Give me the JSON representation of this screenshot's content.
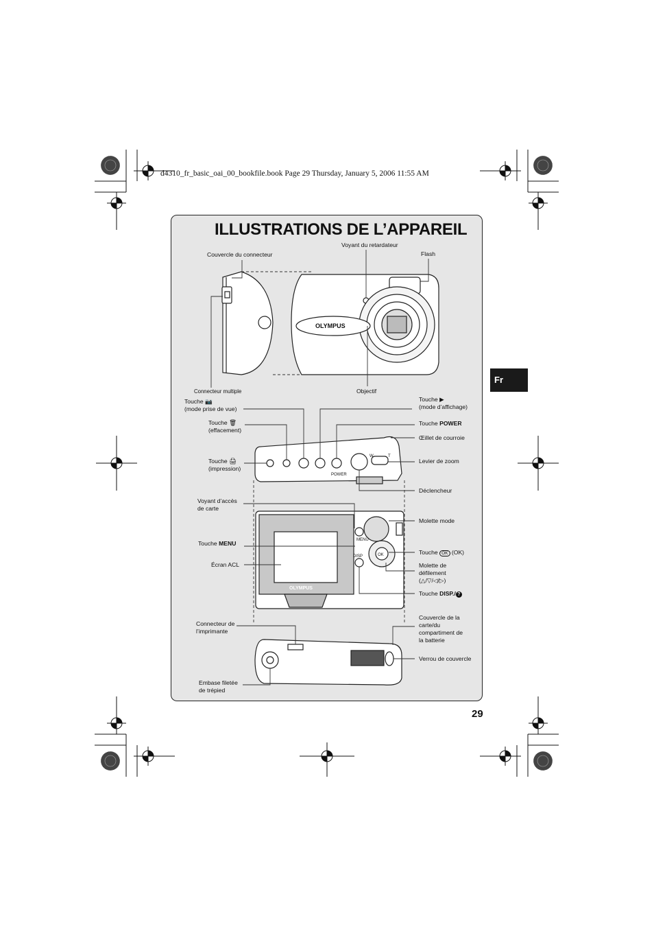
{
  "header": {
    "file_line": "d4310_fr_basic_oai_00_bookfile.book  Page 29  Thursday, January 5, 2006  11:55 AM"
  },
  "title": "ILLUSTRATIONS DE L’APPAREIL",
  "side_tab": "Fr",
  "page_number": "29",
  "camera_brand": "OLYMPUS",
  "labels": {
    "connector_cover": "Couvercle du connecteur",
    "self_timer_lamp": "Voyant du retardateur",
    "flash": "Flash",
    "multi_connector": "Connecteur multiple",
    "lens": "Objectif",
    "shooting_button_1": "Touche",
    "shooting_button_2": "(mode prise de vue)",
    "playback_button_1": "Touche",
    "playback_button_2": "(mode d’affichage)",
    "erase_button_1": "Touche",
    "erase_button_2": "(effacement)",
    "power_button_1": "Touche",
    "power_button_2": "POWER",
    "strap_eyelet": "Œillet de courroie",
    "print_button_1": "Touche",
    "print_button_2": "(impression)",
    "zoom_lever": "Levier de zoom",
    "shutter_button": "Déclencheur",
    "card_access_1": "Voyant d’accès",
    "card_access_2": "de carte",
    "mode_dial": "Molette mode",
    "menu_button_1": "Touche",
    "menu_button_2": "MENU",
    "ok_button_1": "Touche",
    "ok_button_2": "(OK)",
    "lcd": "Écran ACL",
    "arrow_pad_1": "Molette de",
    "arrow_pad_2": "défilement",
    "arrow_pad_3": "(△/▽/◁/▷)",
    "disp_button_1": "Touche",
    "disp_button_2": "DISP./",
    "printer_connector_1": "Connecteur de",
    "printer_connector_2": "l’imprimante",
    "card_cover_1": "Couvercle de la",
    "card_cover_2": "carte/du",
    "card_cover_3": "compartiment de",
    "card_cover_4": "la batterie",
    "cover_lock": "Verrou de couvercle",
    "tripod_1": "Embase filetée",
    "tripod_2": "de trépied"
  },
  "icons": [
    "camera-icon",
    "playback-icon",
    "trash-icon",
    "printer-icon",
    "ok-icon",
    "help-icon",
    "registration-mark-icon",
    "starburst-icon"
  ]
}
